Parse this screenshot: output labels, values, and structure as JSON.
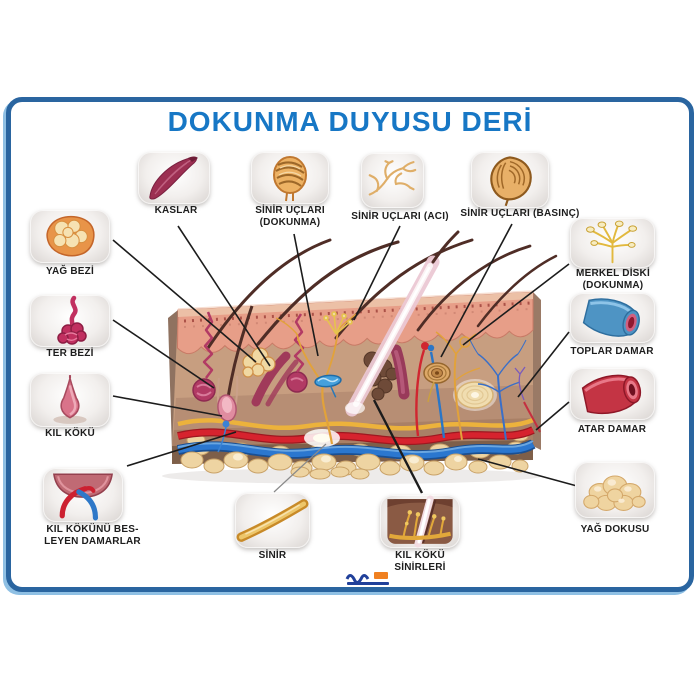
{
  "title": "DOKUNMA DUYUSU DERİ",
  "colors": {
    "frame_blue": "#2a65a0",
    "frame_blue_light": "#8fc0e4",
    "title_blue": "#1777c5",
    "callout_line": "#1c1c1c",
    "artery_red": "#d6232e",
    "vein_blue": "#2b77cf",
    "nerve_yellow": "#ecb23c",
    "epidermis_pink": "#e79e88",
    "dermis_tan": "#c79e80",
    "fat_cream": "#eed4a2",
    "gland_magenta": "#b23a64"
  },
  "callouts": [
    {
      "id": "kaslar",
      "lines": [
        "KASLAR"
      ]
    },
    {
      "id": "sinir-uclari-dokunma",
      "lines": [
        "SİNİR UÇLARI",
        "(DOKUNMA)"
      ]
    },
    {
      "id": "sinir-uclari-aci",
      "lines": [
        "SİNİR UÇLARI (ACI)"
      ]
    },
    {
      "id": "sinir-uclari-basinc",
      "lines": [
        "SİNİR UÇLARI (BASINÇ)"
      ]
    },
    {
      "id": "yag-bezi",
      "lines": [
        "YAĞ BEZİ"
      ]
    },
    {
      "id": "ter-bezi",
      "lines": [
        "TER BEZİ"
      ]
    },
    {
      "id": "kil-koku",
      "lines": [
        "KIL KÖKÜ"
      ]
    },
    {
      "id": "kil-kokunu-besleyen-damarlar",
      "lines": [
        "KIL KÖKÜNÜ BES-",
        "LEYEN DAMARLAR"
      ]
    },
    {
      "id": "merkel-diski-dokunma",
      "lines": [
        "MERKEL DİSKİ",
        "(DOKUNMA)"
      ]
    },
    {
      "id": "toplar-damar",
      "lines": [
        "TOPLAR DAMAR"
      ]
    },
    {
      "id": "atar-damar",
      "lines": [
        "ATAR DAMAR"
      ]
    },
    {
      "id": "yag-dokusu",
      "lines": [
        "YAĞ DOKUSU"
      ]
    },
    {
      "id": "sinir",
      "lines": [
        "SİNİR"
      ]
    },
    {
      "id": "kil-koku-sinirleri",
      "lines": [
        "KIL KÖKÜ",
        "SİNİRLERİ"
      ]
    }
  ]
}
